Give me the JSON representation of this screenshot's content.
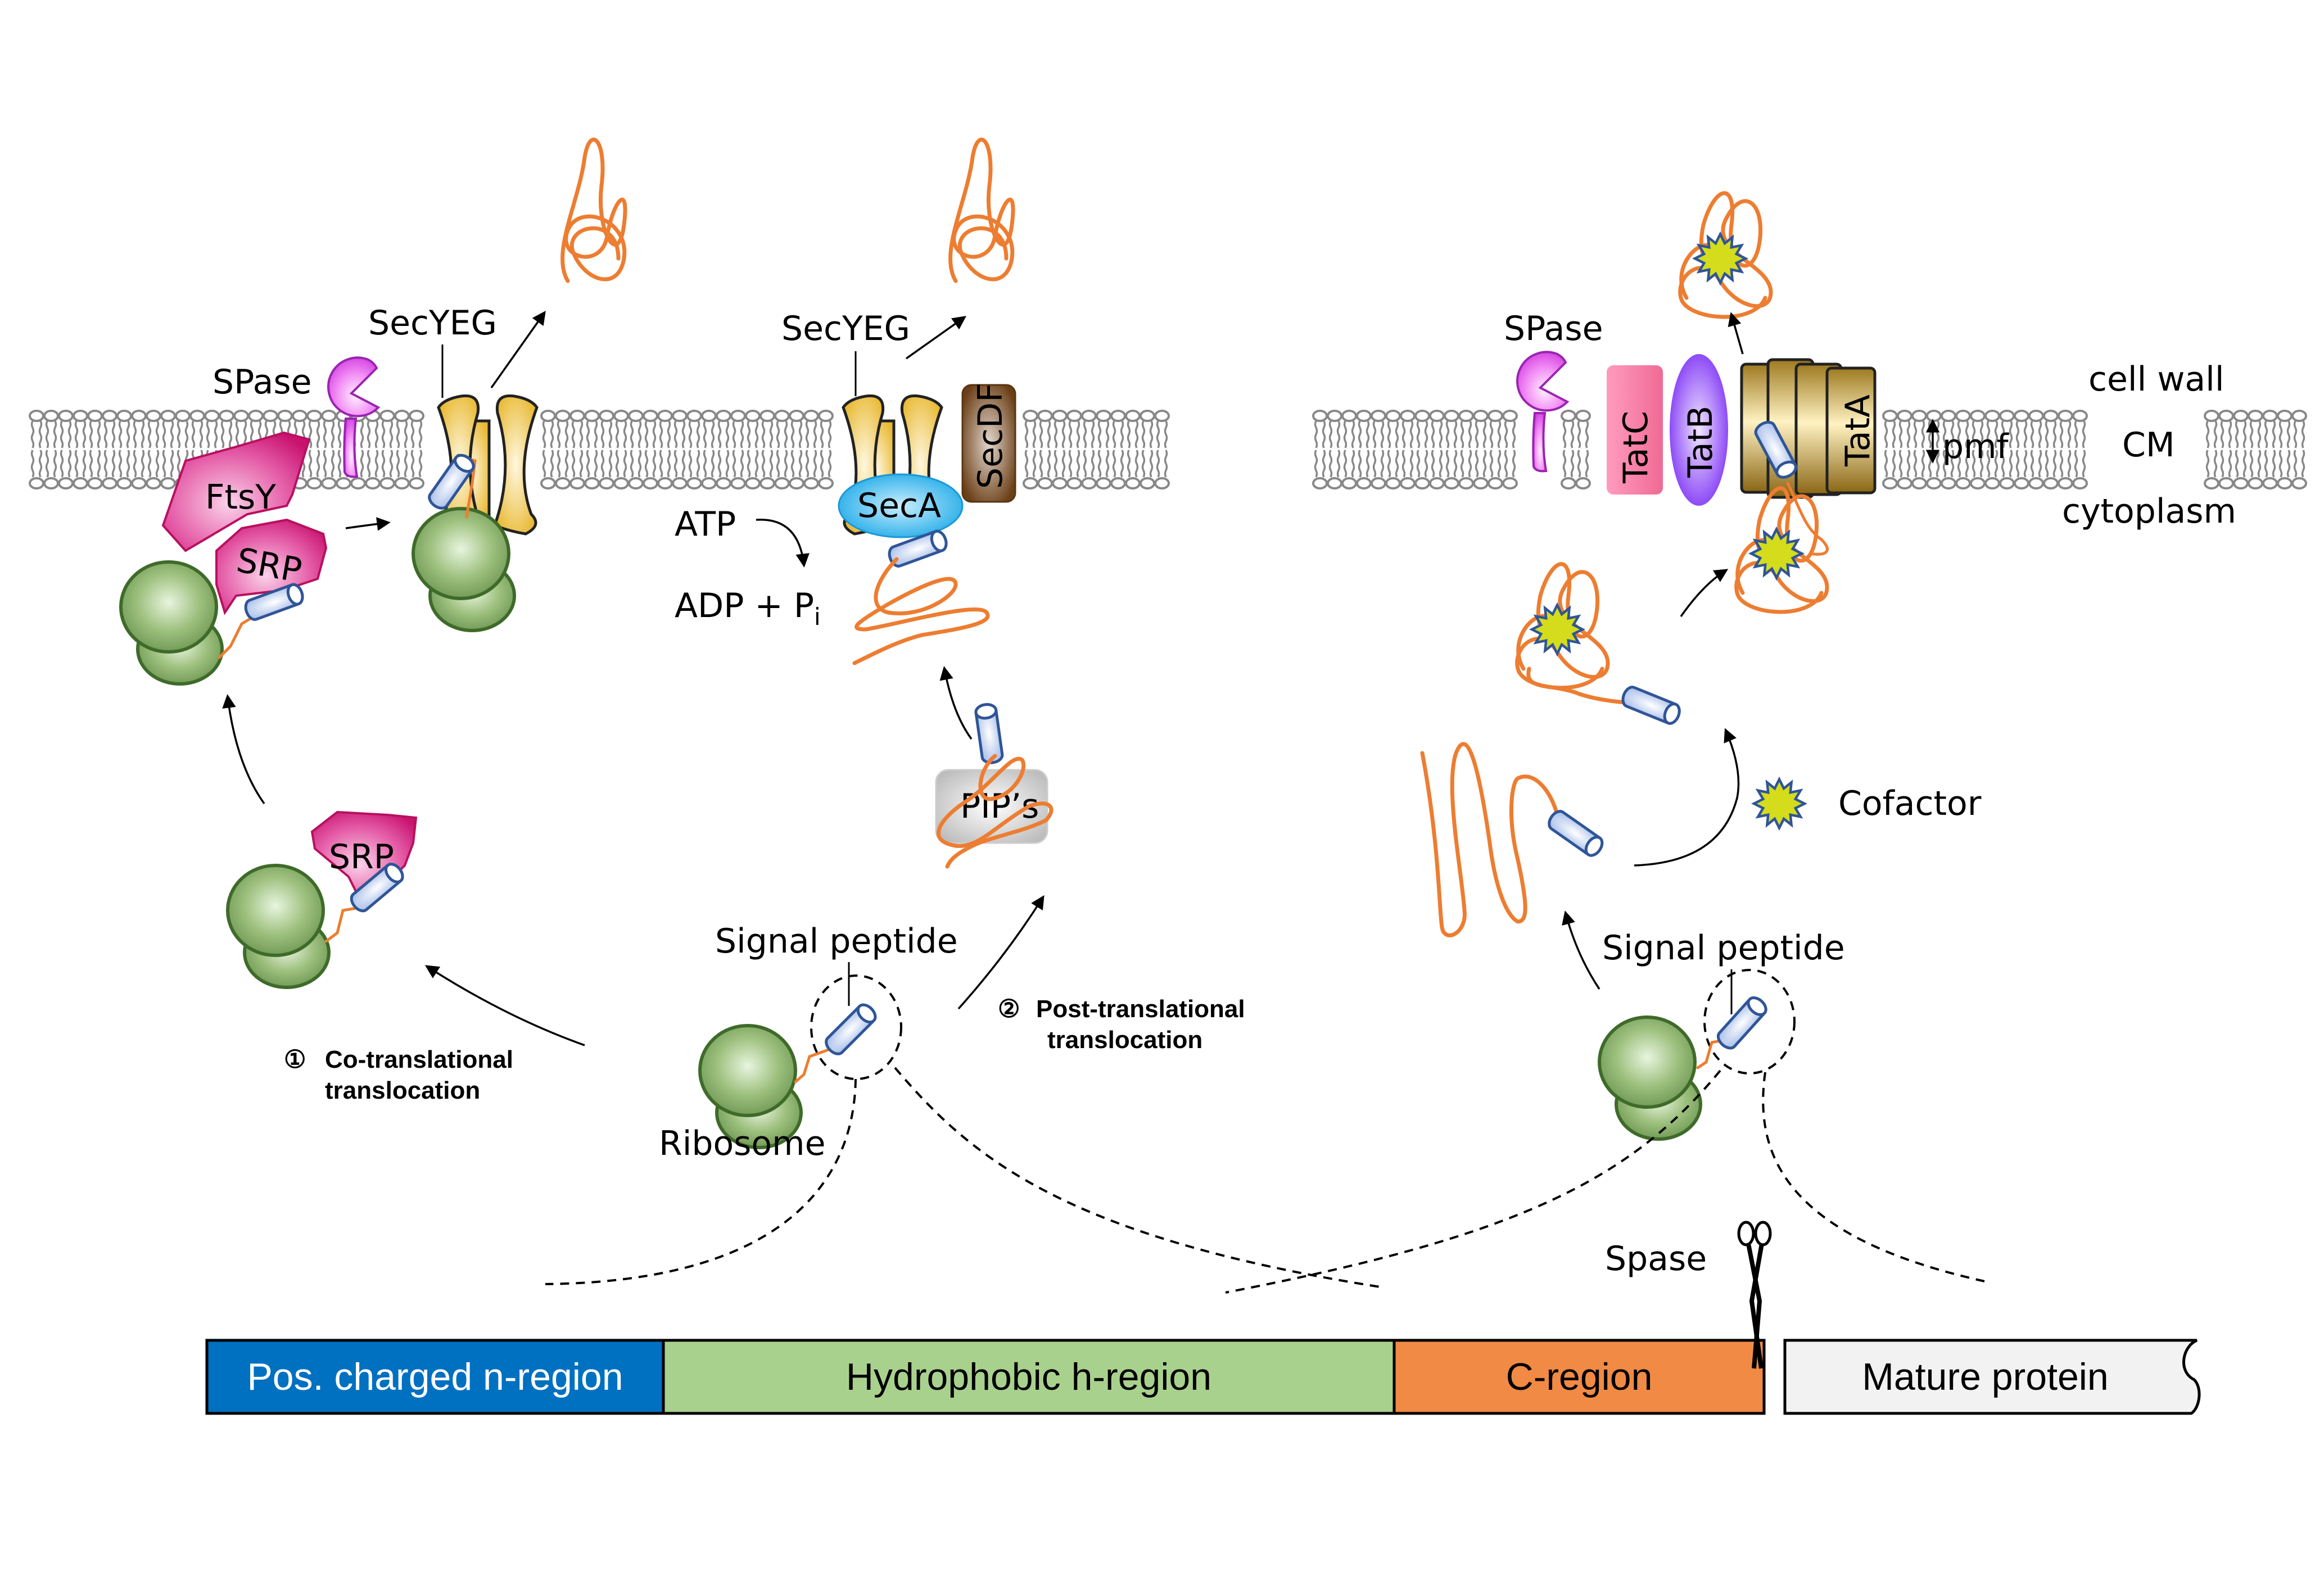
{
  "diagram": {
    "title_region_left": "Sec pathway",
    "sec_pathway": {
      "co_translational": {
        "srp_label": "SRP",
        "ftsy_label": "FtsY",
        "srp_complex_label": "SRP",
        "secyeg_label": "SecYEG",
        "spase_label": "SPase",
        "step_number": "①",
        "step_label_line1": "Co-translational",
        "step_label_line2": "translocation"
      },
      "post_translational": {
        "secyeg_label": "SecYEG",
        "seca_label": "SecA",
        "secdf_label": "SecDF",
        "atp_label": "ATP",
        "adp_label": "ADP + P",
        "adp_subscript": "i",
        "pips_label": "PIP’s",
        "step_number": "②",
        "step_label_line1": "Post-translational",
        "step_label_line2": "translocation"
      },
      "precursor": {
        "signal_peptide_label": "Signal peptide",
        "ribosome_label": "Ribosome"
      }
    },
    "tat_pathway": {
      "spase_label": "SPase",
      "tatc_label": "TatC",
      "tatb_label": "TatB",
      "tata_label": "TatA",
      "pmf_label": "pmf",
      "cofactor_label": "Cofactor",
      "signal_peptide_label": "Signal peptide"
    },
    "compartments": {
      "cell_wall": "cell wall",
      "membrane": "CM",
      "cytoplasm": "cytoplasm"
    },
    "signal_peptide_map": {
      "cleavage_label": "Spase",
      "regions": [
        {
          "label": "Pos. charged n-region",
          "color": "#0070C0",
          "text_color": "#ffffff"
        },
        {
          "label": "Hydrophobic h-region",
          "color": "#A9D18E",
          "text_color": "#000000"
        },
        {
          "label": "C-region",
          "color": "#F08A45",
          "text_color": "#000000"
        },
        {
          "label": "Mature protein",
          "color": "#F2F2F2",
          "text_color": "#000000"
        }
      ]
    },
    "colors": {
      "ribosome": "#7FA35E",
      "ribosome_stroke": "#3F6B2A",
      "signal_helix": "#B4C7E7",
      "signal_helix_stroke": "#2F5597",
      "polypeptide": "#ED7D31",
      "srp": "#D4217A",
      "spase": "#D64BE6",
      "secyeg": "#F2C94C",
      "seca": "#2EB0E8",
      "secdf": "#7A4A1E",
      "tatc": "#F47AA0",
      "tatb": "#7B2FF2",
      "tata": "#B08A2E",
      "cofactor": "#D4DC1C",
      "membrane": "#888888"
    }
  }
}
